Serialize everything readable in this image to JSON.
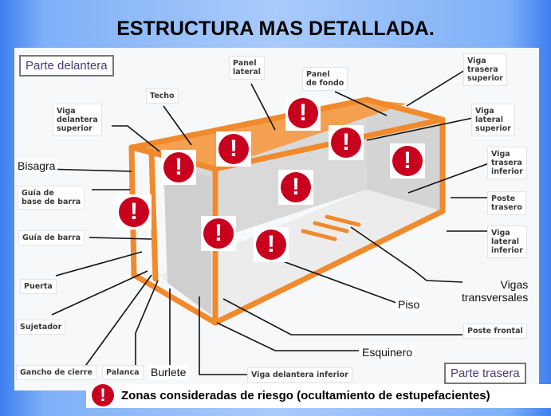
{
  "title": "ESTRUCTURA MAS DETALLADA.",
  "sections": {
    "front": "Parte delantera",
    "rear": "Parte trasera"
  },
  "labels": {
    "panel_lateral": "Panel\nlateral",
    "techo": "Techo",
    "panel_fondo": "Panel\nde fondo",
    "viga_trasera_superior": "Viga\ntrasera\nsuperior",
    "viga_delantera_superior": "Viga\ndelantera\nsuperior",
    "viga_lateral_superior": "Viga\nlateral\nsuperior",
    "bisagra": "Bisagra",
    "viga_trasera_inferior": "Viga\ntrasera\ninferior",
    "guia_base_barra": "Guía de\nbase de barra",
    "poste_trasero": "Poste\ntrasero",
    "viga_lateral_inferior": "Viga\nlateral\ninferior",
    "guia_barra": "Guía de barra",
    "puerta": "Puerta",
    "vigas_transversales": "Vigas\ntransversales",
    "piso": "Piso",
    "sujetador": "Sujetador",
    "poste_frontal": "Poste frontal",
    "esquinero": "Esquinero",
    "gancho_cierre": "Gancho de cierre",
    "palanca": "Palanca",
    "burlete": "Burlete",
    "viga_delantera_inferior": "Viga delantera inferior"
  },
  "warning_icon": "exclamation-circle-icon",
  "warning_symbol": "!",
  "legend": "Zonas consideradas de riesgo (ocultamiento de estupefacientes)",
  "colors": {
    "warning": "#c8001e",
    "frame": "#f08a2c",
    "panel": "#cfcfcf"
  }
}
